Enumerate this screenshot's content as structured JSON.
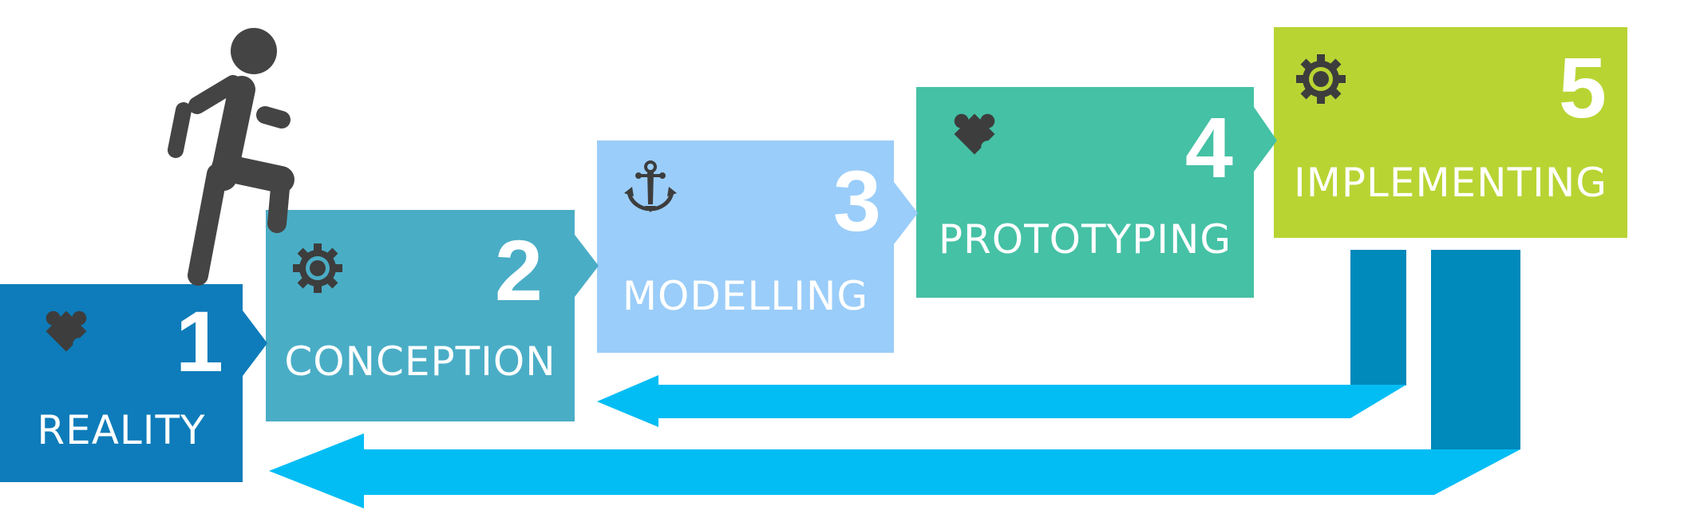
{
  "colors": {
    "step1": "#0e7cba",
    "step2": "#4aadc6",
    "step3": "#9acdf9",
    "step4": "#45c1a5",
    "step5": "#b8d433",
    "feedback_arrow": "#02bdf4",
    "feedback_post": "#0089bb",
    "icon": "#3d3d3d",
    "figure": "#444444"
  },
  "steps": [
    {
      "number": "1",
      "label": "REALITY",
      "icon": "puzzle-icon"
    },
    {
      "number": "2",
      "label": "CONCEPTION",
      "icon": "gear-icon"
    },
    {
      "number": "3",
      "label": "MODELLING",
      "icon": "anchor-icon"
    },
    {
      "number": "4",
      "label": "PROTOTYPING",
      "icon": "puzzle-icon"
    },
    {
      "number": "5",
      "label": "IMPLEMENTING",
      "icon": "gear-icon"
    }
  ],
  "feedback_loops": [
    {
      "from": "IMPLEMENTING",
      "to": "MODELLING"
    },
    {
      "from": "IMPLEMENTING",
      "to": "CONCEPTION"
    }
  ],
  "figure": "person-stepping-up-icon"
}
